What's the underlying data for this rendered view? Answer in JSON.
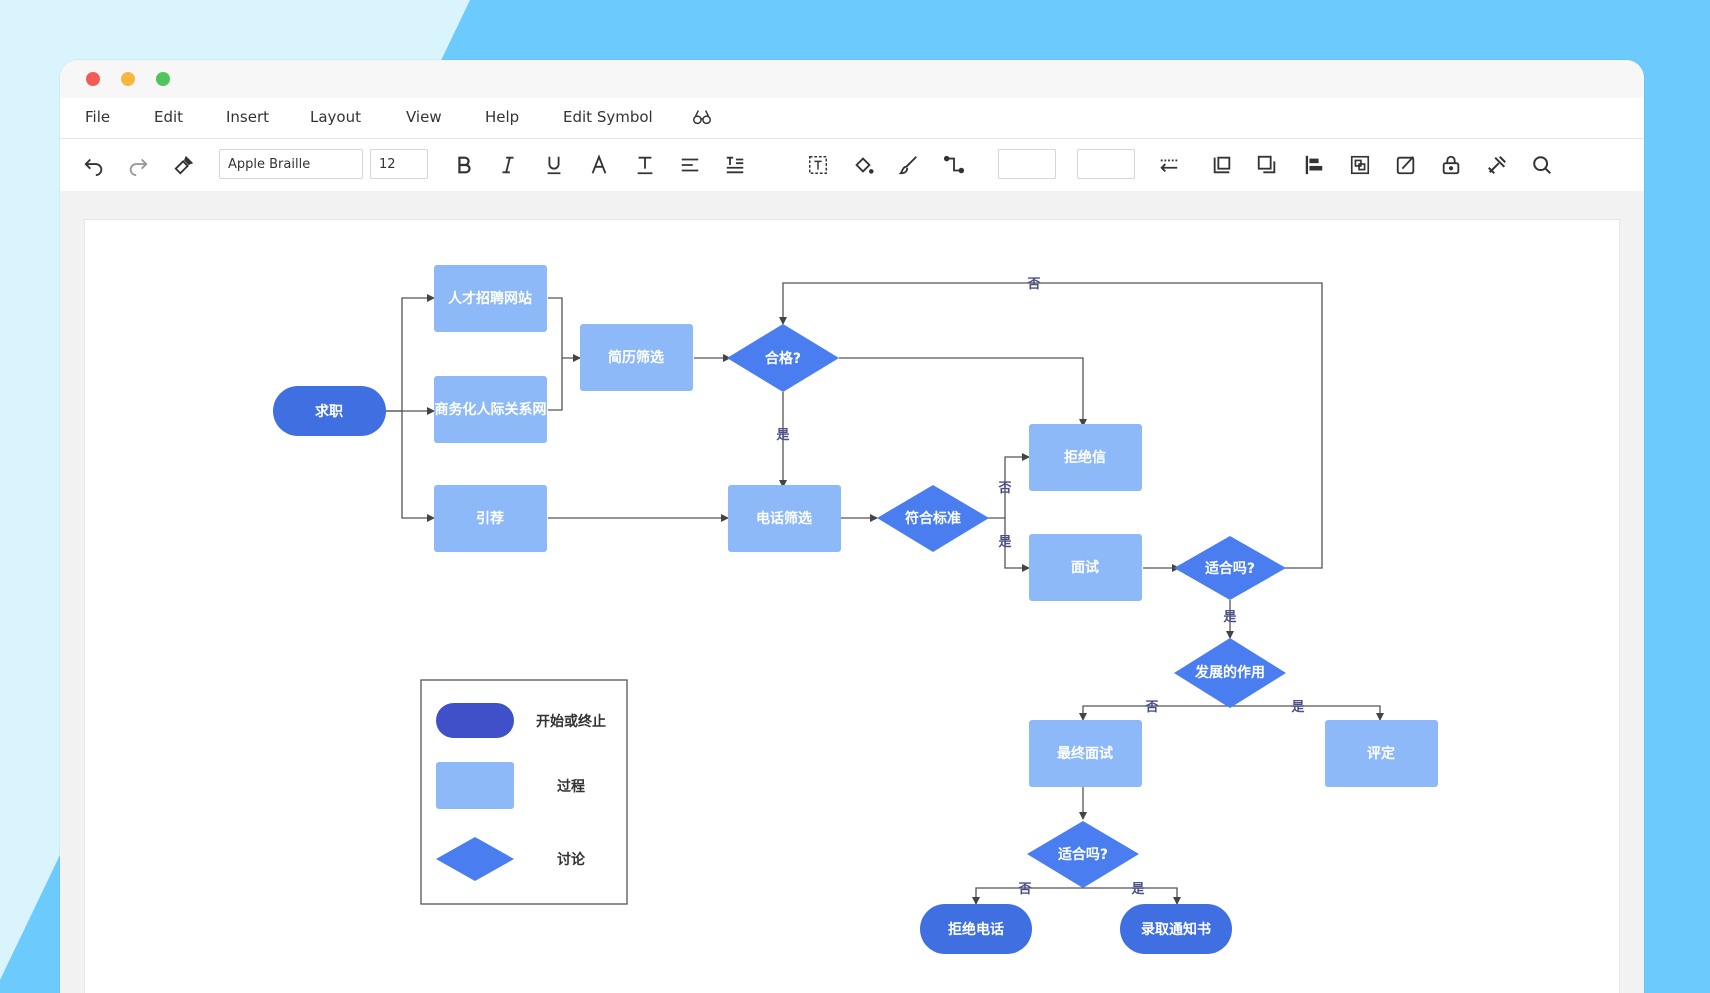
{
  "menu": [
    "File",
    "Edit",
    "Insert",
    "Layout",
    "View",
    "Help",
    "Edit Symbol"
  ],
  "toolbar": {
    "font_name": "Apple Braille",
    "font_size": "12",
    "color_primary": "#3f6fe0",
    "color_light": "#8db9f8",
    "color_diamond": "#4a7ef0"
  },
  "diagram": {
    "nodes": {
      "start": "求职",
      "talent_site": "人才招聘网站",
      "business_network": "商务化人际关系网",
      "referral": "引荐",
      "resume_screen": "简历筛选",
      "qualified": "合格?",
      "phone_screen": "电话筛选",
      "meets_standard": "符合标准",
      "rejection_letter": "拒绝信",
      "interview": "面试",
      "fit1": "适合吗?",
      "development": "发展的作用",
      "final_interview": "最终面试",
      "evaluate": "评定",
      "fit2": "适合吗?",
      "reject_call": "拒绝电话",
      "offer_letter": "录取通知书"
    },
    "labels": {
      "yes": "是",
      "no": "否"
    }
  },
  "legend": {
    "start_end": "开始或终止",
    "process": "过程",
    "decision": "讨论"
  }
}
